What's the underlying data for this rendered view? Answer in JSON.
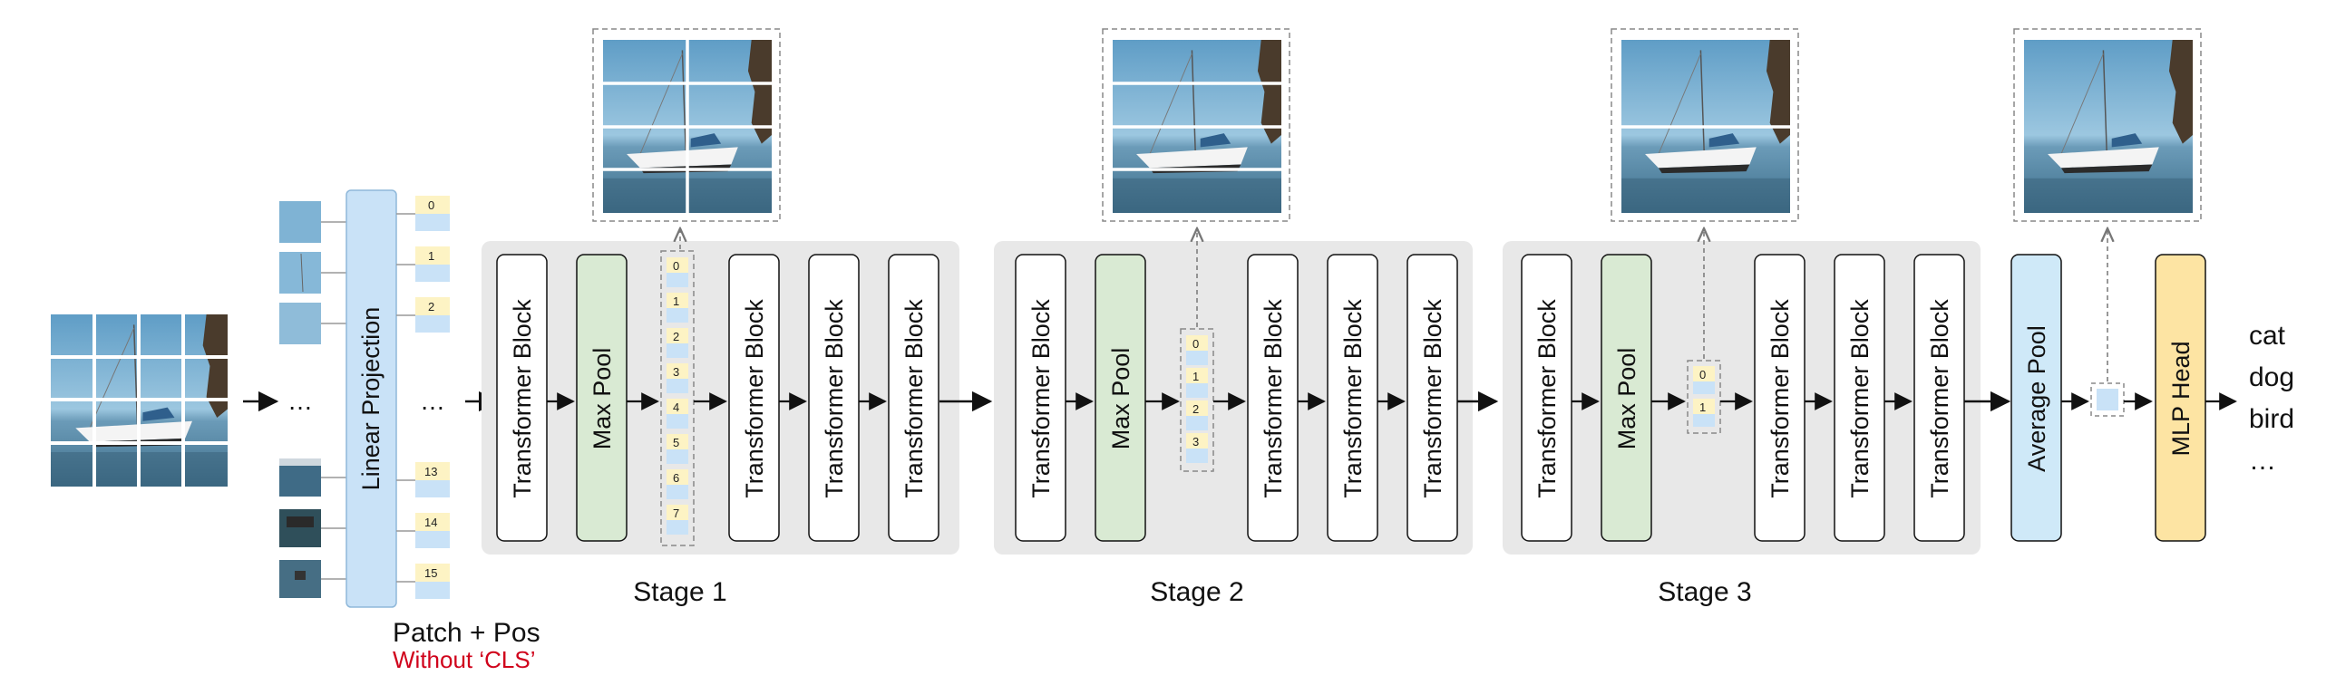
{
  "labels": {
    "linear_projection": "Linear Projection",
    "patch_pos": "Patch + Pos",
    "without_cls": "Without ‘CLS’",
    "transformer_block": "Transformer Block",
    "max_pool": "Max Pool",
    "average_pool": "Average Pool",
    "mlp_head": "MLP Head",
    "ellipsis": "…"
  },
  "stages": [
    {
      "name": "Stage 1",
      "token_labels": [
        "0",
        "1",
        "2",
        "3",
        "4",
        "5",
        "6",
        "7"
      ]
    },
    {
      "name": "Stage 2",
      "token_labels": [
        "0",
        "1",
        "2",
        "3"
      ]
    },
    {
      "name": "Stage 3",
      "token_labels": [
        "0",
        "1"
      ]
    }
  ],
  "patch_tokens": [
    "0",
    "1",
    "2",
    "…",
    "13",
    "14",
    "15"
  ],
  "classes": [
    "cat",
    "dog",
    "bird",
    "…"
  ],
  "colors": {
    "stage_bg": "#e8e8e8",
    "block_fill": "#ffffff",
    "maxpool_fill": "#d9ead3",
    "linear_fill": "#c9e2f7",
    "avgpool_fill": "#cfe9f8",
    "mlp_fill": "#fde4a3",
    "token_yellow": "#fdf3c4",
    "token_blue": "#c9e2f7",
    "cls_red": "#d0021b"
  }
}
